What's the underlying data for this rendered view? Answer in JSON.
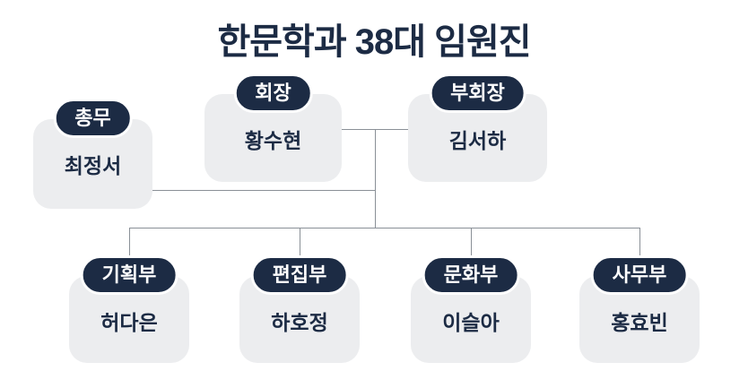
{
  "title": "한문학과 38대 임원진",
  "colors": {
    "navy": "#1C2B44",
    "box_background": "#ECEDEF",
    "badge_text": "#FFFFFF",
    "connector_line": "#8A9097",
    "page_background": "#FFFFFF"
  },
  "org": {
    "nodes": [
      {
        "id": "president",
        "role": "회장",
        "name": "황수현"
      },
      {
        "id": "vice-president",
        "role": "부회장",
        "name": "김서하"
      },
      {
        "id": "general-affairs",
        "role": "총무",
        "name": "최정서"
      },
      {
        "id": "planning-dept",
        "role": "기획부",
        "name": "허다은"
      },
      {
        "id": "editing-dept",
        "role": "편집부",
        "name": "하호정"
      },
      {
        "id": "culture-dept",
        "role": "문화부",
        "name": "이슬아"
      },
      {
        "id": "office-dept",
        "role": "사무부",
        "name": "홍효빈"
      }
    ],
    "hierarchy": {
      "top_row": [
        "회장",
        "부회장"
      ],
      "attached_left": [
        "총무"
      ],
      "departments_row": [
        "기획부",
        "편집부",
        "문화부",
        "사무부"
      ]
    }
  }
}
